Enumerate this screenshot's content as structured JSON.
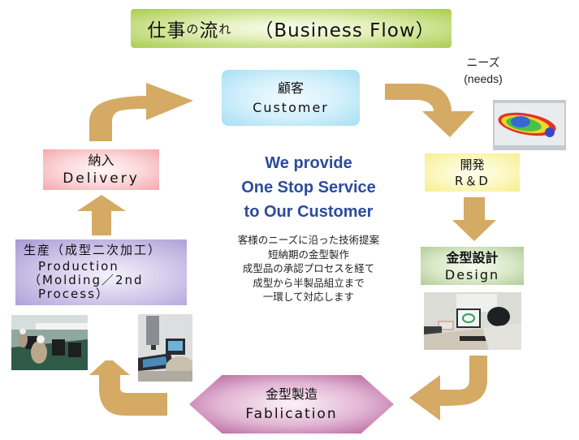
{
  "title": {
    "jp_main1": "仕事",
    "jp_particle1": "の",
    "jp_main2": "流",
    "jp_particle2": "れ",
    "en": "（Business Flow）"
  },
  "needs": {
    "jp": "ニーズ",
    "en": "(needs)"
  },
  "steps": {
    "customer": {
      "jp": "顧客",
      "en": "Customer"
    },
    "rd": {
      "jp": "開発",
      "en": "R＆D"
    },
    "design": {
      "jp": "金型設計",
      "en": "Design"
    },
    "fabrication": {
      "jp": "金型製造",
      "en": "Fablication"
    },
    "production": {
      "jp": "生産（成型二次加工）",
      "en_line1": "Production",
      "en_line2": "（Molding／2nd",
      "en_line3": "Process）"
    },
    "delivery": {
      "jp": "納入",
      "en": "Delivery"
    }
  },
  "slogan": {
    "line1": "We provide",
    "line2": "One Stop Service",
    "line3": "to Our Customer"
  },
  "description": [
    "客様のニーズに沿った技術提案",
    "短納期の金型製作",
    "成型品の承認プロセスを経て",
    "成型から半製品組立まで",
    "一環して対応します"
  ],
  "colors": {
    "arrow": "#d4aa65",
    "slogan": "#2b4b9c",
    "title_green": "#a9cd4d",
    "customer_blue": "#a6dff5",
    "rd_yellow": "#f6ef8e",
    "design_green": "#b2cc98",
    "fabrication_magenta": "#b05896",
    "production_purple": "#a59bd3",
    "delivery_pink": "#f4a9ae"
  }
}
